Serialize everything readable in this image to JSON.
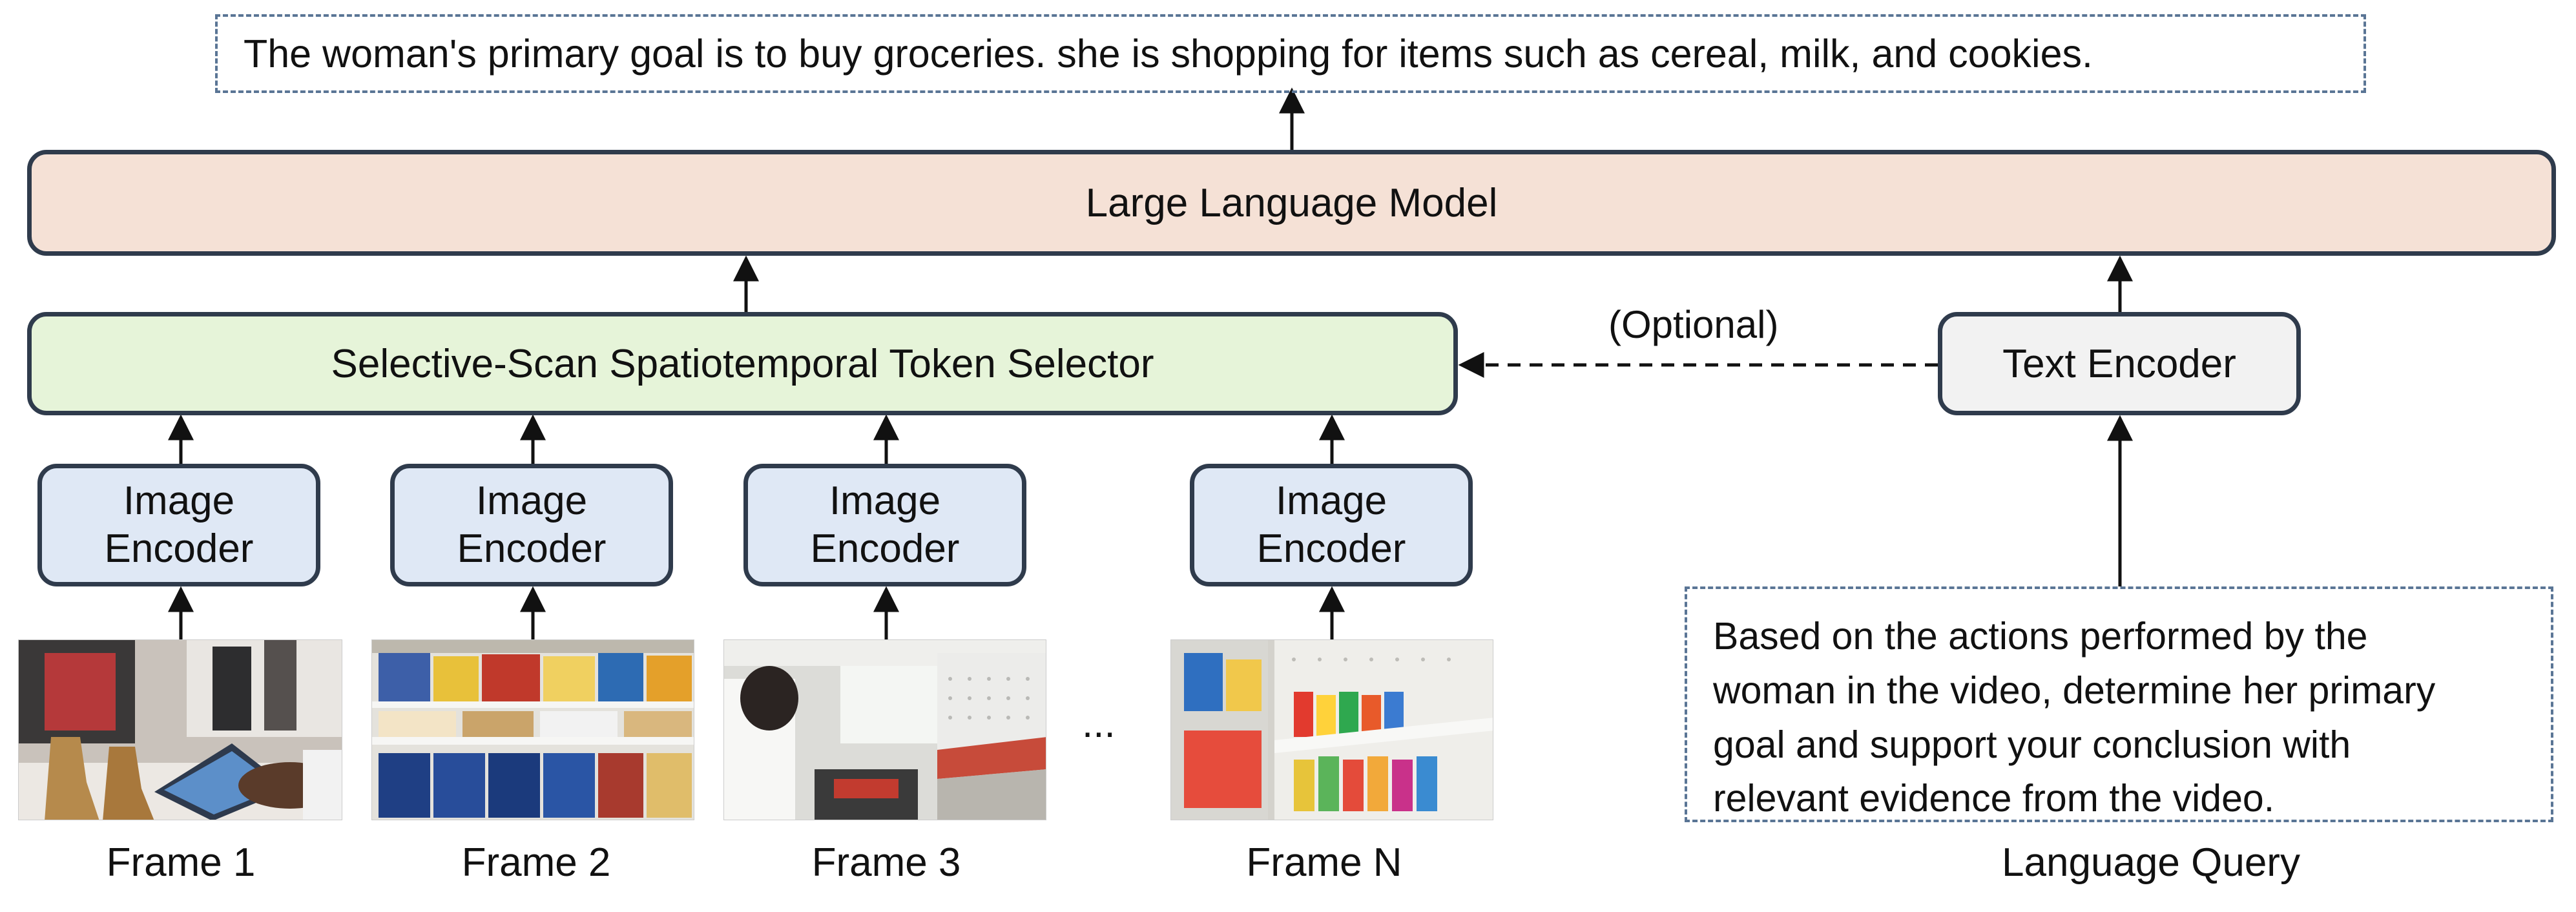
{
  "output_text": "The woman's primary goal is to buy groceries. she is shopping for items such as cereal, milk, and cookies.",
  "llm_label": "Large Language Model",
  "selector_label": "Selective-Scan Spatiotemporal Token Selector",
  "optional_label": "(Optional)",
  "text_encoder_label": "Text Encoder",
  "image_encoder": {
    "line1": "Image",
    "line2": "Encoder"
  },
  "frames": [
    {
      "label": "Frame 1",
      "scene": "shoes-tablet"
    },
    {
      "label": "Frame 2",
      "scene": "snack-shelf"
    },
    {
      "label": "Frame 3",
      "scene": "store-aisle"
    },
    {
      "label": "Frame N",
      "scene": "drink-shelf"
    }
  ],
  "ellipsis": "...",
  "language_query": {
    "lines": [
      "Based on the actions performed by the",
      "woman in the video, determine her primary",
      "goal and support your conclusion with",
      "relevant evidence from the video."
    ],
    "label": "Language Query"
  },
  "colors": {
    "llm": "#f5e1d6",
    "selector": "#e6f4d9",
    "text_encoder": "#f2f2f2",
    "image_encoder": "#dfe8f5",
    "border": "#2f3b4c",
    "dashed_border": "#5a7595"
  }
}
